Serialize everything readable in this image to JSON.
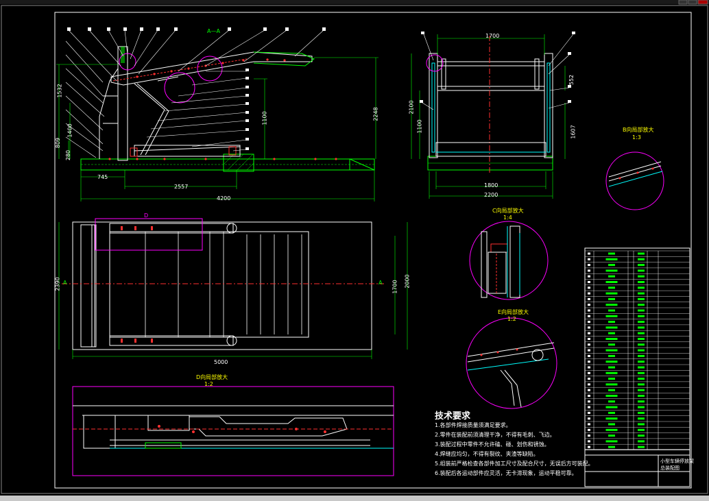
{
  "side_view": {
    "title": "A—A",
    "dims": {
      "d1": "745",
      "d2": "2557",
      "d3": "4200",
      "v1": "1532",
      "v2": "1100",
      "v3": "2248",
      "v4": "1400",
      "v5": "809",
      "v6": "280"
    }
  },
  "end_view": {
    "dims": {
      "top": "1700",
      "bottom1": "1800",
      "bottom2": "2200",
      "left1": "2100",
      "left2": "1100",
      "right1": "552",
      "right2": "1607"
    }
  },
  "plan_view": {
    "dims": {
      "bottom": "5000",
      "left": "2390",
      "right1": "1700",
      "right2": "2000"
    },
    "section_mark": "A",
    "detail_mark": "D"
  },
  "details": {
    "b": {
      "title": "B向局部放大",
      "scale": "1:3"
    },
    "c": {
      "title": "C向局部放大",
      "scale": "1:4"
    },
    "e": {
      "title": "E向局部放大",
      "scale": "1:2"
    },
    "d": {
      "title": "D向局部放大",
      "scale": "1:2"
    }
  },
  "tech_req": {
    "title": "技术要求",
    "items": [
      "1.各部件焊接质量须满足要求。",
      "2.零件在装配前须清理干净，不得有毛刺、飞边。",
      "3.装配过程中零件不允许磕、碰、划伤和锈蚀。",
      "4.焊缝应均匀，不得有裂纹、夹渣等缺陷。",
      "5.组装前严格检查各部件加工尺寸及配合尺寸，无误后方可装配。",
      "6.装配后各运动部件应灵活，无卡滞现象，运动平稳可靠。"
    ]
  },
  "title_block": {
    "name_line1": "小型车辆停放架",
    "name_line2": "总装配图"
  },
  "colors": {
    "geometry": "#00ff00",
    "primary": "#ffffff",
    "centerline": "#ff3030",
    "hidden": "#ff3030",
    "highlight": "#ff00ff",
    "hatch": "#00ffff",
    "yellow": "#ffff00",
    "background": "#000000"
  }
}
